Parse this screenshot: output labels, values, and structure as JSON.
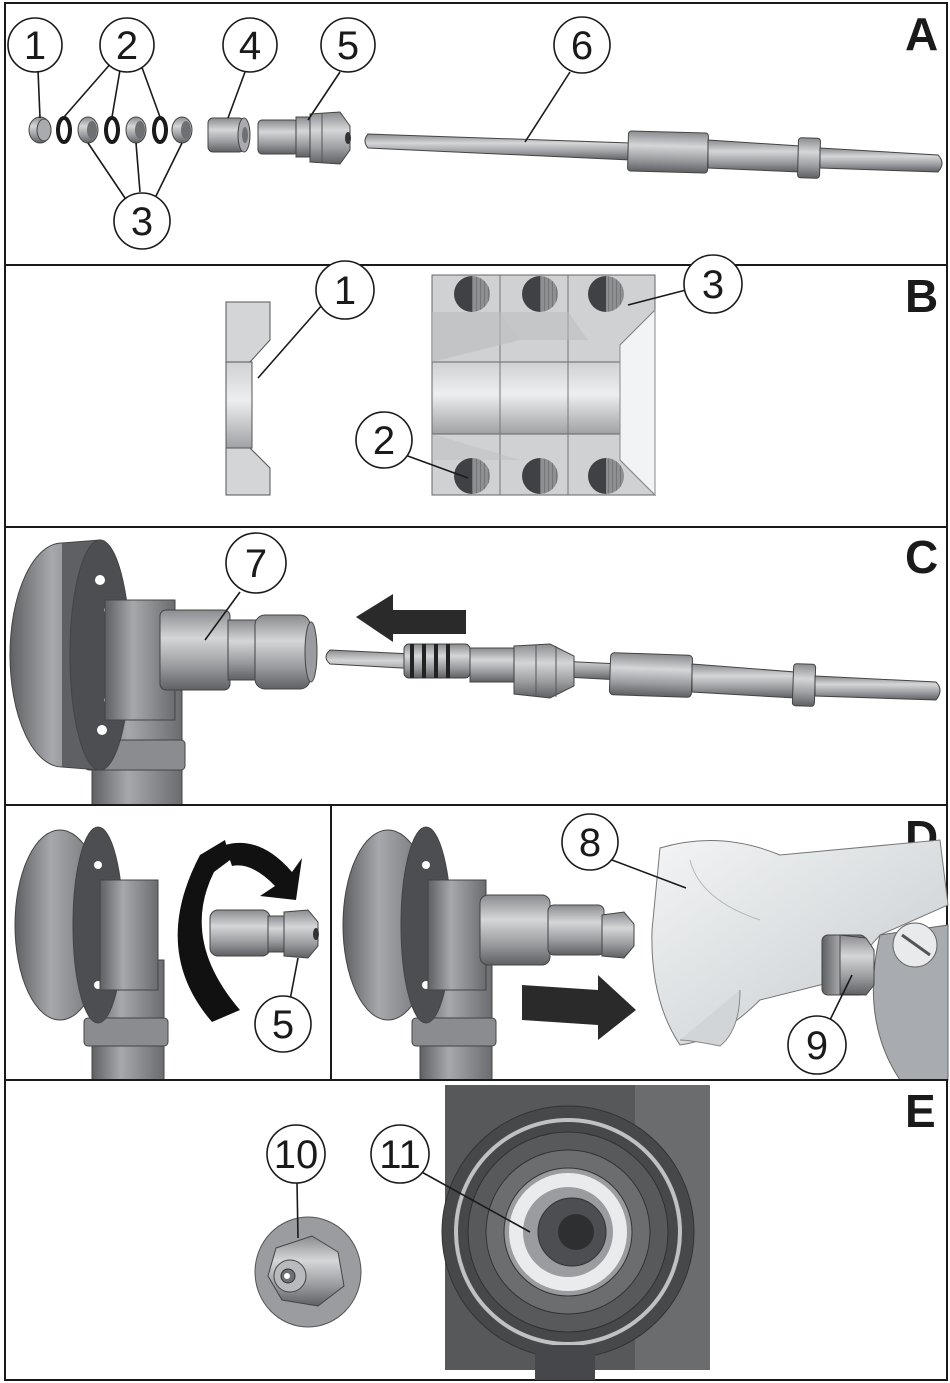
{
  "panels": {
    "A": "A",
    "B": "B",
    "C": "C",
    "D": "D",
    "E": "E"
  },
  "callouts": {
    "a1": "1",
    "a2": "2",
    "a3": "3",
    "a4": "4",
    "a5": "5",
    "a6": "6",
    "b1": "1",
    "b2": "2",
    "b3": "3",
    "c7": "7",
    "d5": "5",
    "d8": "8",
    "d9": "9",
    "e10": "10",
    "e11": "11"
  },
  "colors": {
    "metal_dark": "#6e7073",
    "metal_mid": "#9a9c9f",
    "metal_light": "#c9cbcd",
    "arrow": "#2a2a2a",
    "gun_body": "#dfe2e4"
  }
}
